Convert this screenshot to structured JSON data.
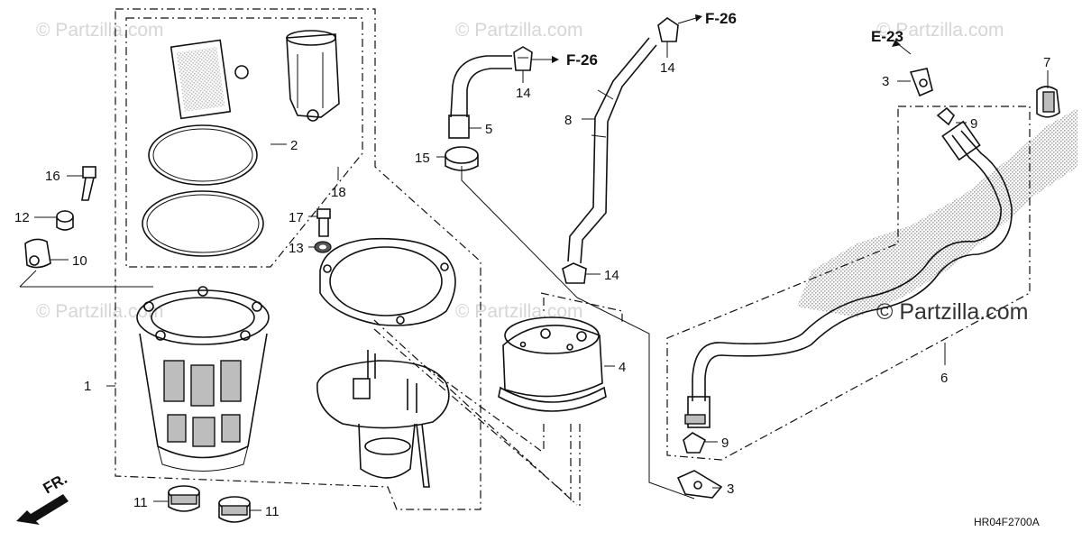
{
  "watermarks": {
    "small": "© Partzilla.com",
    "large": "© Partzilla.com"
  },
  "diagram_code": "HR04F2700A",
  "direction": {
    "label": "FR."
  },
  "references": [
    {
      "id": "ref-f26-a",
      "text": "F-26"
    },
    {
      "id": "ref-f26-b",
      "text": "F-26"
    },
    {
      "id": "ref-e23",
      "text": "E-23"
    }
  ],
  "callouts": {
    "c1": "1",
    "c2": "2",
    "c3a": "3",
    "c3b": "3",
    "c4": "4",
    "c5": "5",
    "c6": "6",
    "c7": "7",
    "c8": "8",
    "c9a": "9",
    "c9b": "9",
    "c10": "10",
    "c11a": "11",
    "c11b": "11",
    "c12": "12",
    "c13": "13",
    "c14a": "14",
    "c14b": "14",
    "c14c": "14",
    "c15": "15",
    "c16": "16",
    "c17": "17",
    "c18": "18"
  },
  "colors": {
    "ink": "#111111",
    "watermark": "#d6d6d6",
    "hatch": "#9a9a9a"
  }
}
